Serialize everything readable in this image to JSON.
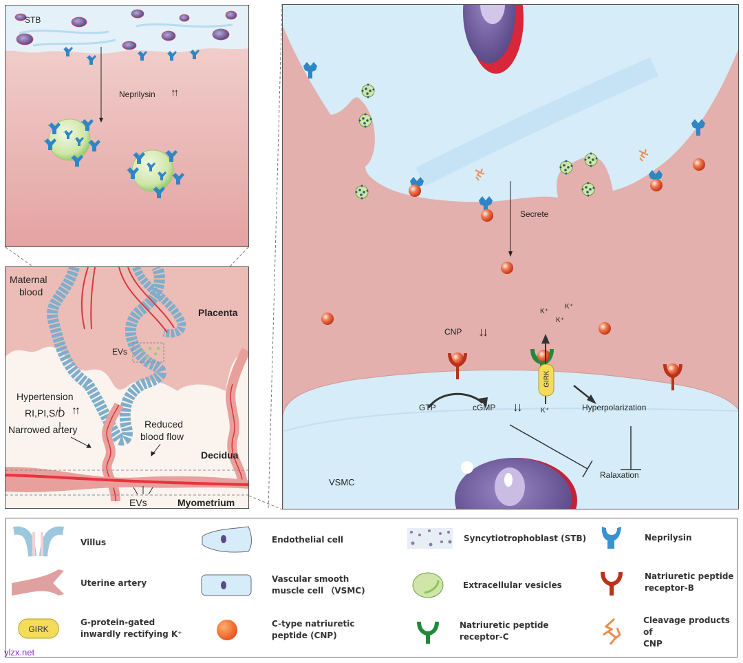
{
  "top_left_panel": {
    "stb_label": "STB",
    "neprilysin_label": "Neprilysin",
    "neprilysin_trend": "↑↑"
  },
  "bottom_left_panel": {
    "maternal_blood_line1": "Maternal",
    "maternal_blood_line2": "blood",
    "placenta": "Placenta",
    "evs_box_label": "EVs",
    "hypertension": "Hypertension",
    "indices": "RI,PI,S/D",
    "indices_trend": "↑↑",
    "narrowed_artery": "Narrowed artery",
    "reduced_line1": "Reduced",
    "reduced_line2": "blood flow",
    "decidua": "Decidua",
    "evs_bottom": "EVs",
    "myometrium": "Myometrium"
  },
  "right_panel": {
    "secrete": "Secrete",
    "cnp": "CNP",
    "cnp_trend": "↓↓",
    "k_plus": "K⁺",
    "girk": "GIRK",
    "gtp": "GTP",
    "cgmp": "cGMP",
    "cgmp_trend": "↓↓",
    "hyperpolarization": "Hyperpolarization",
    "relaxation": "Ralaxation",
    "vsmc": "VSMC"
  },
  "legend": {
    "items": [
      {
        "icon": "villus-icon",
        "label": "Villus"
      },
      {
        "icon": "endothelial-cell-icon",
        "label": "Endothelial cell"
      },
      {
        "icon": "stb-icon",
        "label": "Syncytiotrophoblast (STB)"
      },
      {
        "icon": "neprilysin-icon",
        "label": "Neprilysin"
      },
      {
        "icon": "uterine-artery-icon",
        "label": "Uterine artery"
      },
      {
        "icon": "vsmc-icon",
        "label": "Vascular smooth\nmuscle cell （VSMC)"
      },
      {
        "icon": "ev-icon",
        "label": "Extracellular vesicles"
      },
      {
        "icon": "npr-b-icon",
        "label": "Natriuretic peptide\nreceptor-B"
      },
      {
        "icon": "girk-icon",
        "label": "G-protein-gated\ninwardly rectifying K⁺",
        "icon_text": "GIRK"
      },
      {
        "icon": "cnp-icon",
        "label": "C-type natriuretic\npeptide (CNP)"
      },
      {
        "icon": "npr-c-icon",
        "label": "Natriuretic peptide\nreceptor-C"
      },
      {
        "icon": "cleavage-icon",
        "label": "Cleavage products of\nCNP"
      }
    ]
  },
  "watermark": "ylzx.net",
  "colors": {
    "tissue_pink": "#e5aaa8",
    "cell_blue": "#d6ecf8",
    "neprilysin_blue": "#2f86c4",
    "cnp_orange": "#e8542a",
    "npr_b_red": "#b8321c",
    "npr_c_green": "#1f8a3a",
    "girk_yellow": "#f3dc5c",
    "nucleus_purple": "#6e5a9a"
  }
}
